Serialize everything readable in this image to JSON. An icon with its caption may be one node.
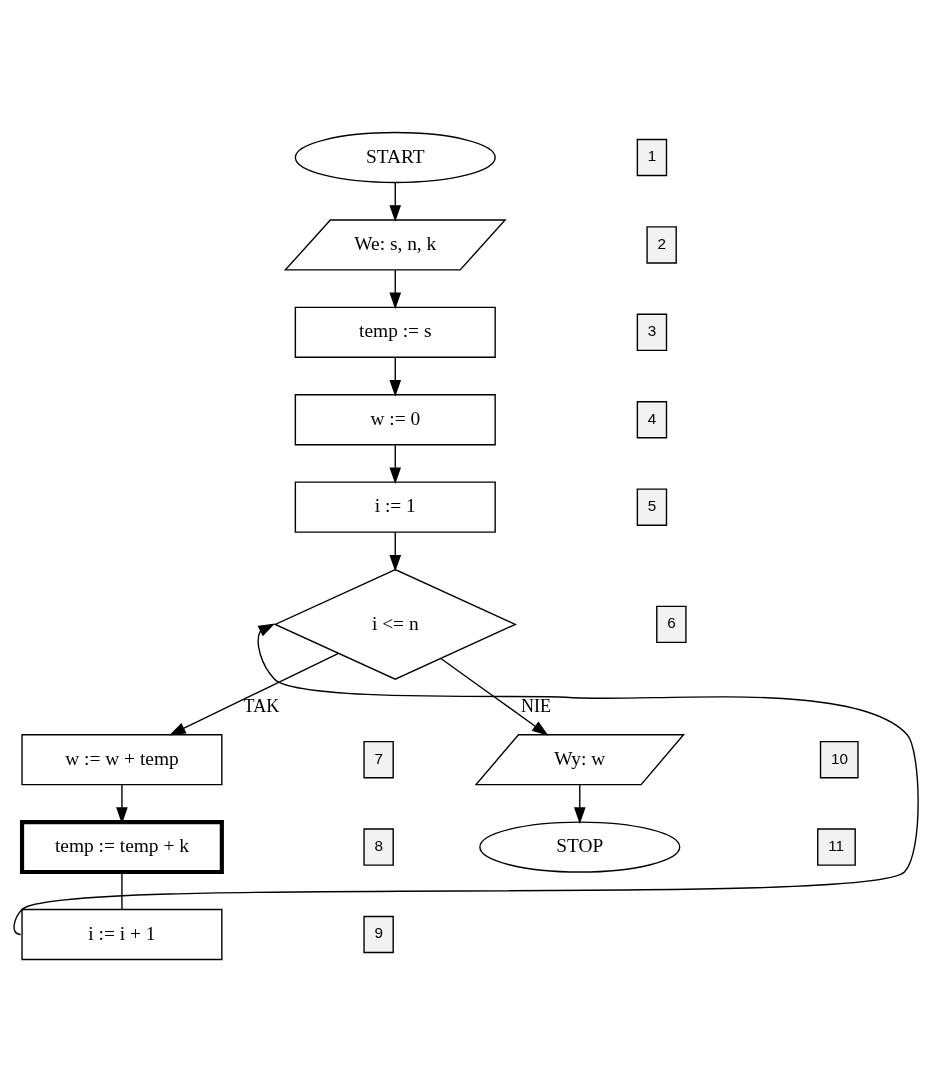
{
  "diagram": {
    "nodes": [
      {
        "text": [
          "START"
        ]
      },
      {
        "text": [
          "We: s, n, k"
        ]
      },
      {
        "text": [
          "temp := s"
        ]
      },
      {
        "text": [
          "w := 0"
        ]
      },
      {
        "text": [
          "i := 1"
        ]
      },
      {
        "text": [
          "i <= n"
        ]
      },
      {
        "text": [
          "w := w + temp"
        ]
      },
      {
        "text": [
          "temp := temp + k"
        ]
      },
      {
        "text": [
          "i := i + 1"
        ]
      },
      {
        "text": [
          "Wy: w"
        ]
      },
      {
        "text": [
          "STOP"
        ]
      }
    ],
    "edges": [
      {
        "from": 0,
        "to": 1,
        "arrow": "to"
      },
      {
        "from": 1,
        "to": 2,
        "arrow": "to"
      },
      {
        "from": 2,
        "to": 3,
        "arrow": "to"
      },
      {
        "from": 3,
        "to": 4,
        "arrow": "to"
      },
      {
        "from": 4,
        "to": 5,
        "arrow": "to"
      },
      {
        "from": 5,
        "to": 6,
        "arrow": "to",
        "label": "TAK"
      },
      {
        "from": 5,
        "to": 9,
        "arrow": "to",
        "label": "NIE"
      },
      {
        "from": 6,
        "to": 7,
        "arrow": "to"
      },
      {
        "from": 7,
        "to": 8,
        "arrow": "none"
      },
      {
        "from": 8,
        "to": 5,
        "arrow": "to"
      },
      {
        "from": 9,
        "to": 10,
        "arrow": "to"
      }
    ],
    "labels": [
      "1",
      "2",
      "3",
      "4",
      "5",
      "6",
      "7",
      "8",
      "9",
      "10",
      "11"
    ]
  }
}
